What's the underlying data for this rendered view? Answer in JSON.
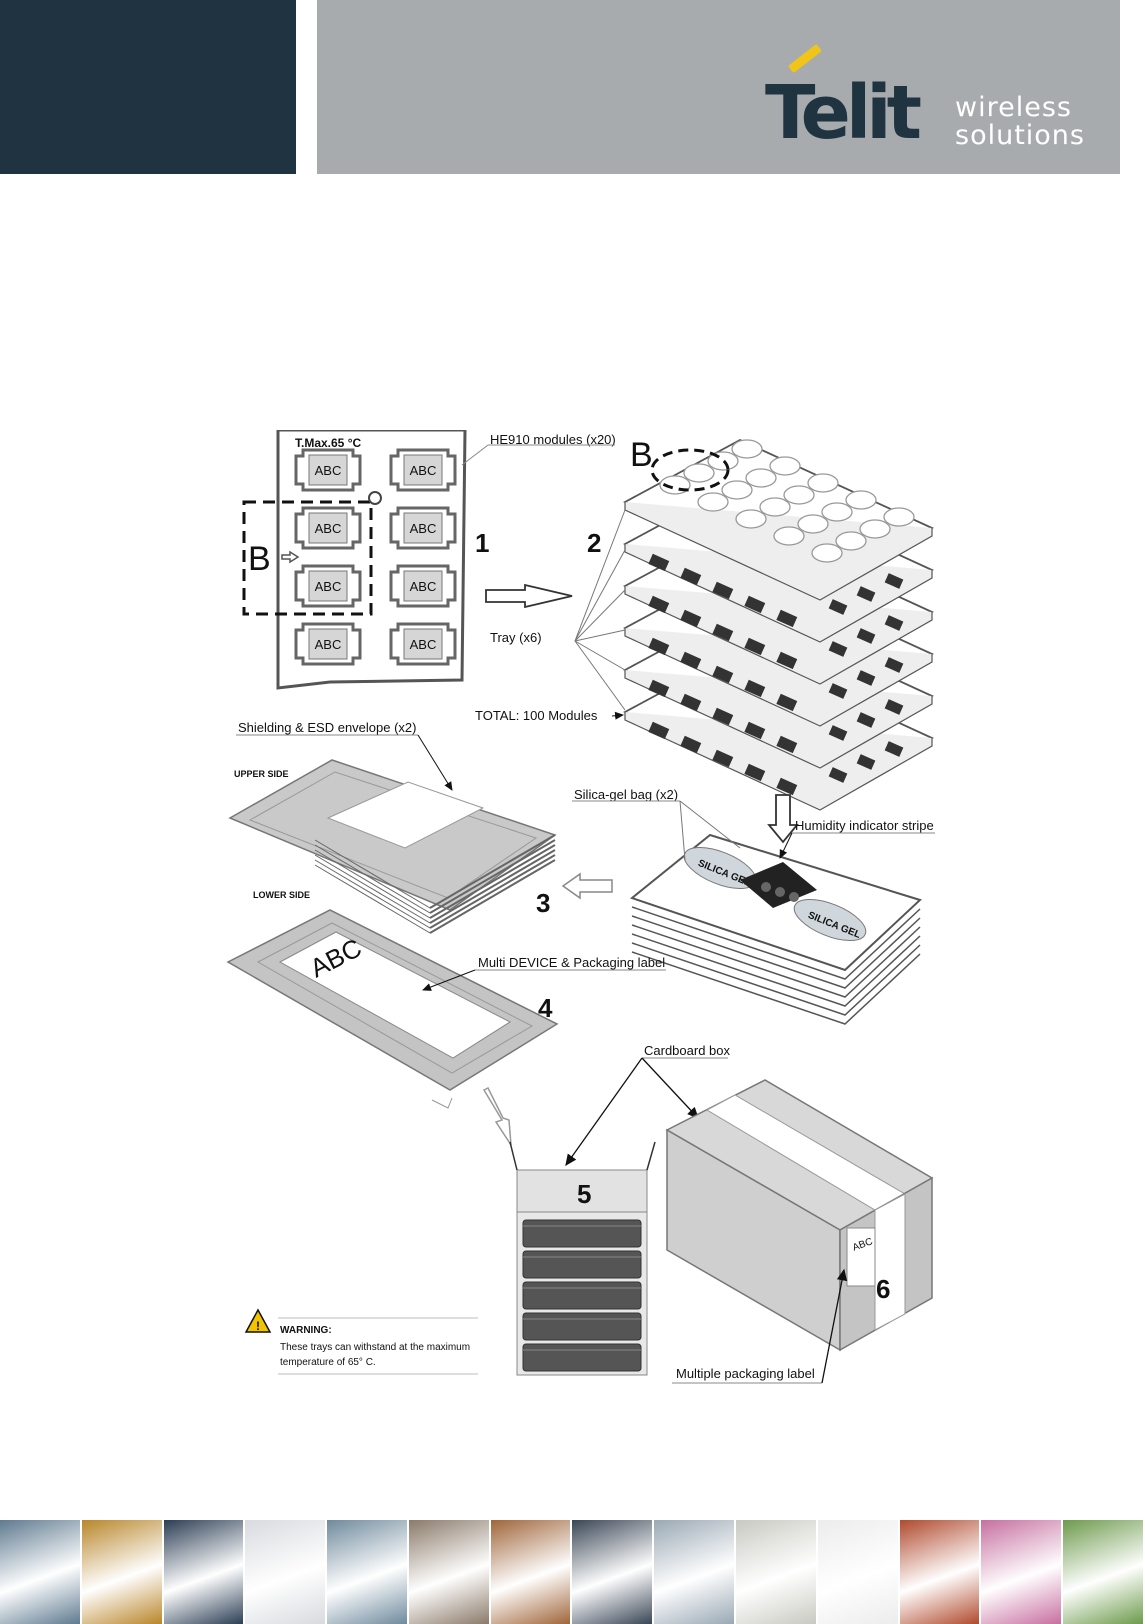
{
  "header": {
    "brand": "Telit",
    "tagline_line1": "wireless",
    "tagline_line2": "solutions"
  },
  "colors": {
    "header_dark": "#1f3341",
    "header_grey": "#a7abae",
    "logo_accent": "#f0c419"
  },
  "diagram": {
    "tray_max_temp": "T.Max.65 °C",
    "module_label": "ABC",
    "detail_letter": "B",
    "callouts": {
      "modules": "HE910 modules (x20)",
      "tray": "Tray (x6)",
      "total": "TOTAL: 100 Modules",
      "envelope": "Shielding & ESD envelope (x2)",
      "upper_side": "UPPER SIDE",
      "lower_side": "LOWER SIDE",
      "silica": "Silica-gel bag (x2)",
      "humidity": "Humidity indicator stripe",
      "multi_label": "Multi DEVICE & Packaging label",
      "cardboard": "Cardboard box",
      "multi_pack_label": "Multiple packaging label"
    },
    "silica_text": "SILICA GEL",
    "steps": [
      "1",
      "2",
      "3",
      "4",
      "5",
      "6"
    ],
    "warning": {
      "title": "WARNING:",
      "line1": "These trays can withstand at the maximum",
      "line2": "temperature of 65° C."
    }
  },
  "footer": {
    "photo_colors": [
      "#5f7a90",
      "#b9862a",
      "#2c3e55",
      "#d8dade",
      "#6f8a9d",
      "#8b7a6a",
      "#a0653a",
      "#3a4656",
      "#9aa8b4",
      "#c9c9c2",
      "#ececec",
      "#b04a2e",
      "#c76fa0",
      "#6d9a4c"
    ]
  }
}
